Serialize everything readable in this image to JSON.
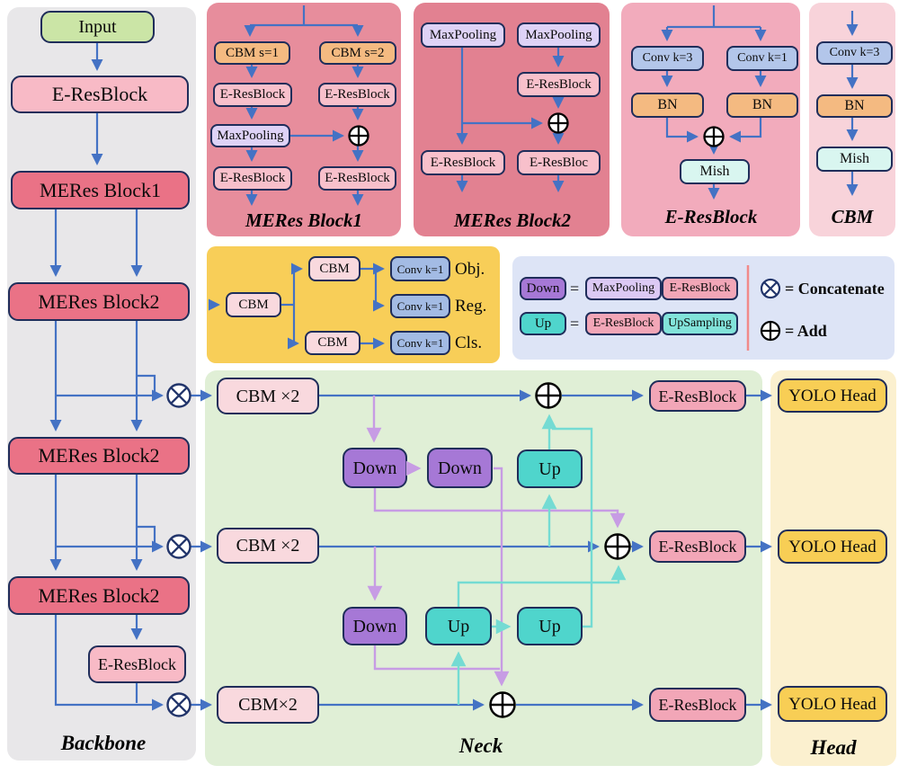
{
  "colors": {
    "blue_wire": "#4472c4",
    "purple_wire": "#c79ce4",
    "teal_wire": "#74dbd3",
    "navy_border": "#1f2d5a",
    "legend_divider": "#f18a8a",
    "backbone_bg": "#e8e7e9",
    "neck_bg": "#e0efd6",
    "head_bg": "#fbf0cf",
    "meres1_bg": "#e78d9c",
    "meres2_bg": "#e28191",
    "eresblock_bg": "#f2abbc",
    "cbm_bg": "#f8d3da",
    "yolo_detail_bg": "#f8ce58",
    "legend_bg": "#dde4f6",
    "input_fill": "#cbe5a6",
    "meres_fill": "#ea7286",
    "down_fill": "#a678d6",
    "up_fill": "#4fd5cc",
    "yolo_head_fill": "#f8ce55"
  },
  "backbone": {
    "label": "Backbone",
    "input": "Input",
    "eresblock": "E-ResBlock",
    "block1": "MERes Block1",
    "block2a": "MERes Block2",
    "block2b": "MERes Block2",
    "block2c": "MERes Block2",
    "eresblock2": "E-ResBlock"
  },
  "meres1": {
    "title": "MERes Block1",
    "cbm_s1": "CBM s=1",
    "cbm_s2": "CBM s=2",
    "erb1": "E-ResBlock",
    "erb2": "E-ResBlock",
    "maxpool": "MaxPooling",
    "erb3": "E-ResBlock",
    "erb4": "E-ResBlock"
  },
  "meres2": {
    "title": "MERes Block2",
    "maxpool1": "MaxPooling",
    "maxpool2": "MaxPooling",
    "erb1": "E-ResBlock",
    "erb2": "E-ResBlock",
    "erb3": "E-ResBloc"
  },
  "eresblock_panel": {
    "title": "E-ResBlock",
    "conv3": "Conv k=3",
    "conv1": "Conv k=1",
    "bn1": "BN",
    "bn2": "BN",
    "mish": "Mish"
  },
  "cbm_panel": {
    "title": "CBM",
    "conv3": "Conv k=3",
    "bn": "BN",
    "mish": "Mish"
  },
  "yolo_detail": {
    "cbm1": "CBM",
    "cbm2": "CBM",
    "cbm3": "CBM",
    "conv_obj": "Conv k=1",
    "conv_reg": "Conv k=1",
    "conv_cls": "Conv k=1",
    "obj": "Obj.",
    "reg": "Reg.",
    "cls": "Cls."
  },
  "legend": {
    "down": "Down",
    "eq1": "=",
    "maxpooling": "MaxPooling",
    "eresblock1": "E-ResBlock",
    "up": "Up",
    "eq2": "=",
    "eresblock2": "E-ResBlock",
    "upsampling": "UpSampling",
    "concatenate": "= Concatenate",
    "add": "= Add"
  },
  "neck": {
    "label": "Neck",
    "cbm_top": "CBM ×2",
    "cbm_mid": "CBM ×2",
    "cbm_bot": "CBM×2",
    "down1": "Down",
    "down2": "Down",
    "down3": "Down",
    "up_top": "Up",
    "up1": "Up",
    "up2": "Up",
    "erb_top": "E-ResBlock",
    "erb_mid": "E-ResBlock",
    "erb_bot": "E-ResBlock"
  },
  "head": {
    "label": "Head",
    "yolo1": "YOLO Head",
    "yolo2": "YOLO Head",
    "yolo3": "YOLO Head"
  }
}
